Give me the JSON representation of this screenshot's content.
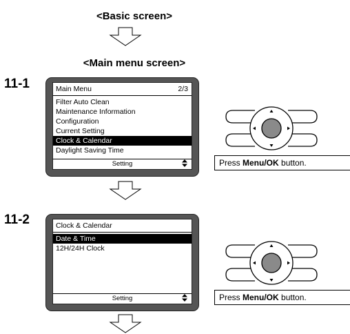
{
  "headings": {
    "basic": "<Basic screen>",
    "main_menu": "<Main menu screen>"
  },
  "steps": [
    {
      "number": "11-1",
      "screen": {
        "title": "Main Menu",
        "page": "2/3",
        "items": [
          {
            "label": "Filter Auto Clean",
            "selected": false
          },
          {
            "label": "Maintenance Information",
            "selected": false
          },
          {
            "label": "Configuration",
            "selected": false
          },
          {
            "label": "Current Setting",
            "selected": false
          },
          {
            "label": "Clock & Calendar",
            "selected": true
          },
          {
            "label": "Daylight Saving Time",
            "selected": false
          }
        ],
        "footer": "Setting",
        "footer_icon": "up-down-arrows-icon"
      },
      "instruction": {
        "pre": "Press ",
        "bold": "Menu/OK",
        "post": " button."
      }
    },
    {
      "number": "11-2",
      "screen": {
        "title": "Clock & Calendar",
        "page": "",
        "items": [
          {
            "label": "Date & Time",
            "selected": true
          },
          {
            "label": "12H/24H Clock",
            "selected": false
          }
        ],
        "footer": "Setting",
        "footer_icon": "up-down-arrows-icon"
      },
      "instruction": {
        "pre": "Press ",
        "bold": "Menu/OK",
        "post": " button."
      }
    }
  ]
}
